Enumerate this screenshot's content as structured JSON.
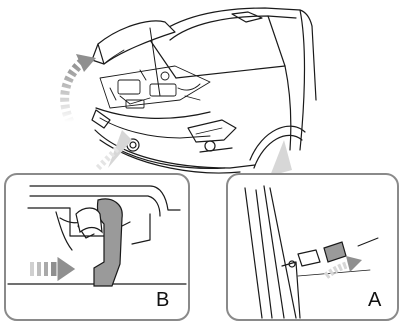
{
  "figure": {
    "panels": [
      {
        "id": "B",
        "label": "B"
      },
      {
        "id": "A",
        "label": "A"
      }
    ],
    "icons": {
      "main": "car-open-hood-illustration",
      "lift_arrow": "curved-up-arrow-icon",
      "push_arrow": "right-arrow-icon",
      "lever_arrow": "up-arrow-icon"
    },
    "colors": {
      "line": "#1a1a1a",
      "panel_border": "#8a8a8a",
      "gray_arrow": "#8f8f8f",
      "light_gray": "#d7d7d7",
      "fill_gray": "#9a9a9a"
    }
  }
}
